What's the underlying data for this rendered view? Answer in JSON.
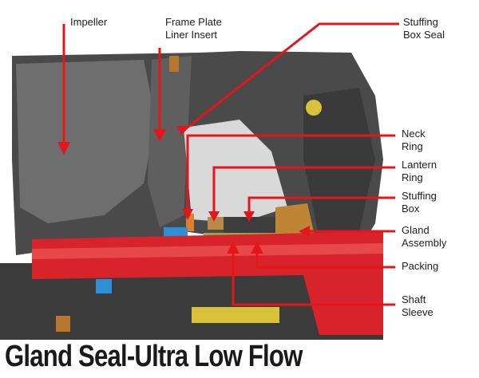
{
  "labels": {
    "impeller": "Impeller",
    "frame_plate_1": "Frame Plate",
    "frame_plate_2": "Liner Insert",
    "stuffing_box_seal_1": "Stuffing",
    "stuffing_box_seal_2": "Box Seal",
    "neck_ring_1": "Neck",
    "neck_ring_2": "Ring",
    "lantern_ring_1": "Lantern",
    "lantern_ring_2": "Ring",
    "stuffing_box_1": "Stuffing",
    "stuffing_box_2": "Box",
    "gland_assembly_1": "Gland",
    "gland_assembly_2": "Assembly",
    "packing": "Packing",
    "shaft_sleeve_1": "Shaft",
    "shaft_sleeve_2": "Sleeve"
  },
  "title": "Gland Seal-Ultra Low Flow",
  "colors": {
    "arrow": "#e3161b",
    "shaft": "#d8232a",
    "casing": "#5a5a5a"
  }
}
